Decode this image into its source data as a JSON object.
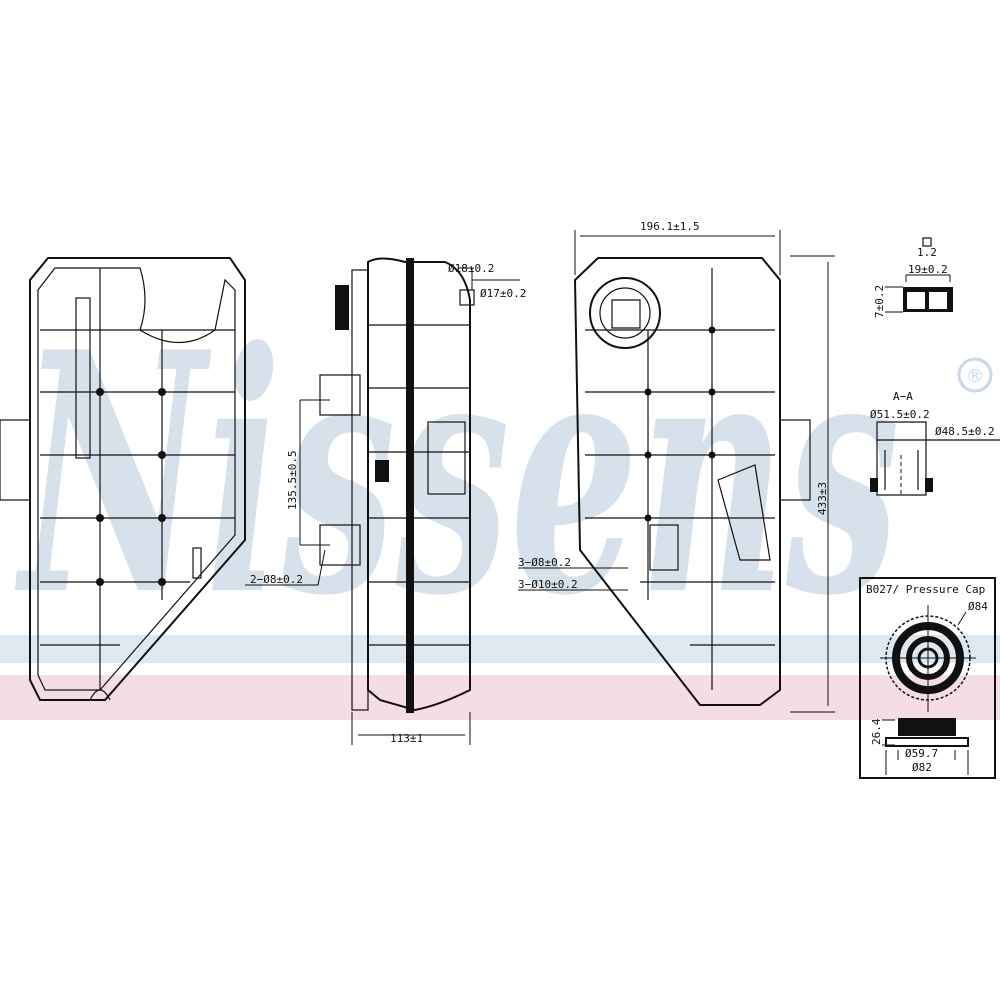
{
  "watermark": {
    "brand": "Nissens",
    "registered": "®",
    "colors": {
      "blue": "#c9d8e6",
      "red": "#f3d6dc"
    }
  },
  "front_view": {},
  "side_view": {
    "dims": {
      "d18": "Ø18±0.2",
      "d17": "Ø17±0.2",
      "spacing": "135.5±0.5",
      "holes": "2−Ø8±0.2",
      "width": "113±1"
    }
  },
  "back_view": {
    "dims": {
      "width": "196.1±1.5",
      "height": "433±3",
      "holes_small": "3−Ø8±0.2",
      "holes_large": "3−Ø10±0.2"
    }
  },
  "connector_detail": {
    "top": "1.2",
    "width": "19±0.2",
    "height": "7±0.2"
  },
  "section_aa": {
    "title": "A−A",
    "outer": "Ø51.5±0.2",
    "inner": "Ø48.5±0.2"
  },
  "pressure_cap": {
    "title": "B027/ Pressure Cap",
    "d84": "Ø84",
    "height": "26.4",
    "d59": "Ø59.7",
    "d82": "Ø82"
  }
}
